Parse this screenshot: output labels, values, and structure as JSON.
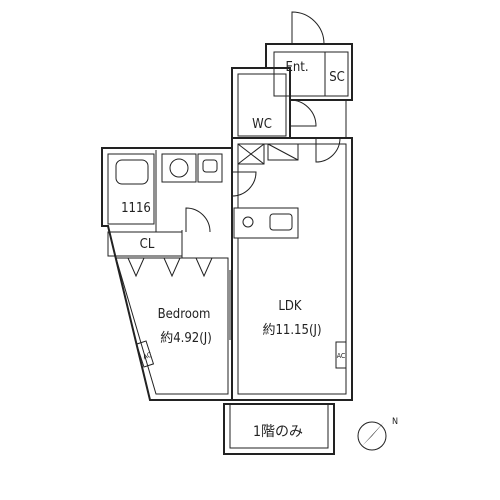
{
  "rooms": {
    "entrance": "Ent.",
    "shoe_closet": "SC",
    "toilet": "WC",
    "bath": "1116",
    "closet": "CL",
    "bedroom_name": "Bedroom",
    "bedroom_size": "約4.92(J)",
    "ldk_name": "LDK",
    "ldk_size": "約11.15(J)",
    "balcony": "1階のみ"
  },
  "ac_labels": {
    "bedroom": "AC",
    "ldk": "AC"
  },
  "compass": {
    "north_label": "N"
  }
}
